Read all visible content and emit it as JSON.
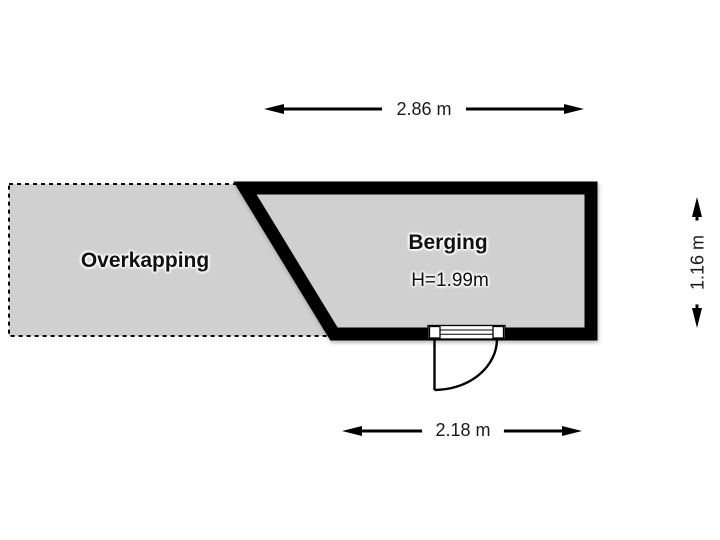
{
  "plan": {
    "rooms": {
      "overkapping": {
        "label": "Overkapping"
      },
      "berging": {
        "label": "Berging",
        "height": "H=1.99m"
      }
    },
    "dimensions": {
      "top": "2.86 m",
      "right": "1.16 m",
      "bottom": "2.18 m"
    },
    "symbols": {
      "door": "single-swing-door",
      "threshold": "door-threshold"
    },
    "colors": {
      "background": "#ffffff",
      "floor_fill": "#d0d0d0",
      "wall": "#000000",
      "dashed_border": "#000000",
      "dimension": "#000000",
      "text": "#111111",
      "label_bg": "#ffffff"
    }
  }
}
